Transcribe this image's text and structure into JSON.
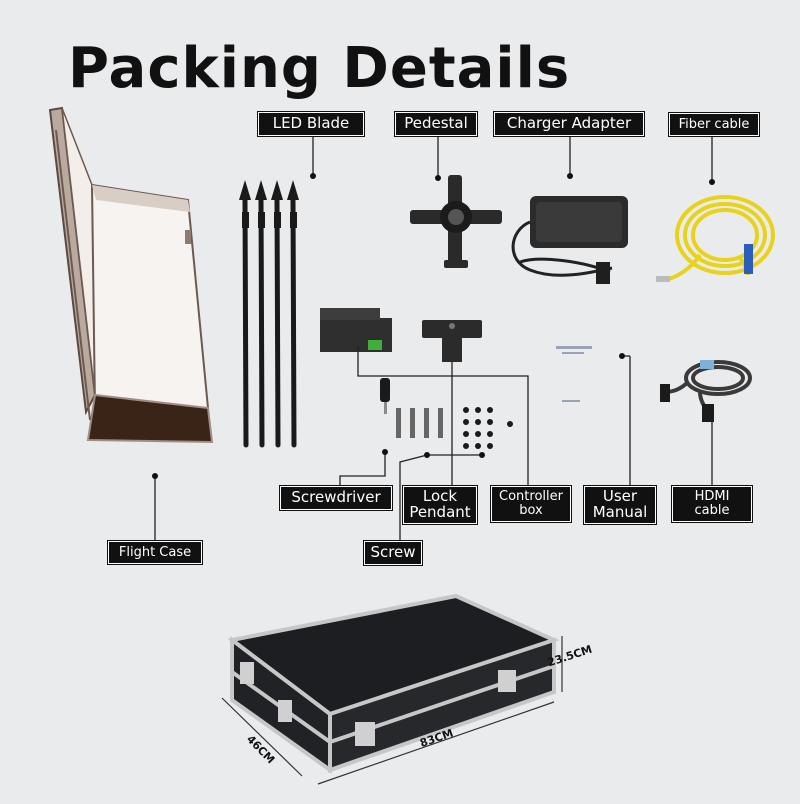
{
  "title": "Packing Details",
  "labels": {
    "led_blade": "LED Blade",
    "pedestal": "Pedestal",
    "charger_adapter": "Charger Adapter",
    "fiber_cable": "Fiber cable",
    "flight_case": "Flight Case",
    "screwdriver": "Screwdriver",
    "lock_pendant": "Lock\nPendant",
    "controller_box": "Controller\nbox",
    "user_manual": "User\nManual",
    "hdmi_cable": "HDMI\ncable",
    "screw": "Screw"
  },
  "dimensions": {
    "width": "46CM",
    "length": "83CM",
    "height": "23.5CM"
  },
  "colors": {
    "background": "#eaebed",
    "label_bg": "#111111",
    "case_frame": "#9a8d86",
    "fiber": "#e8d21a"
  }
}
